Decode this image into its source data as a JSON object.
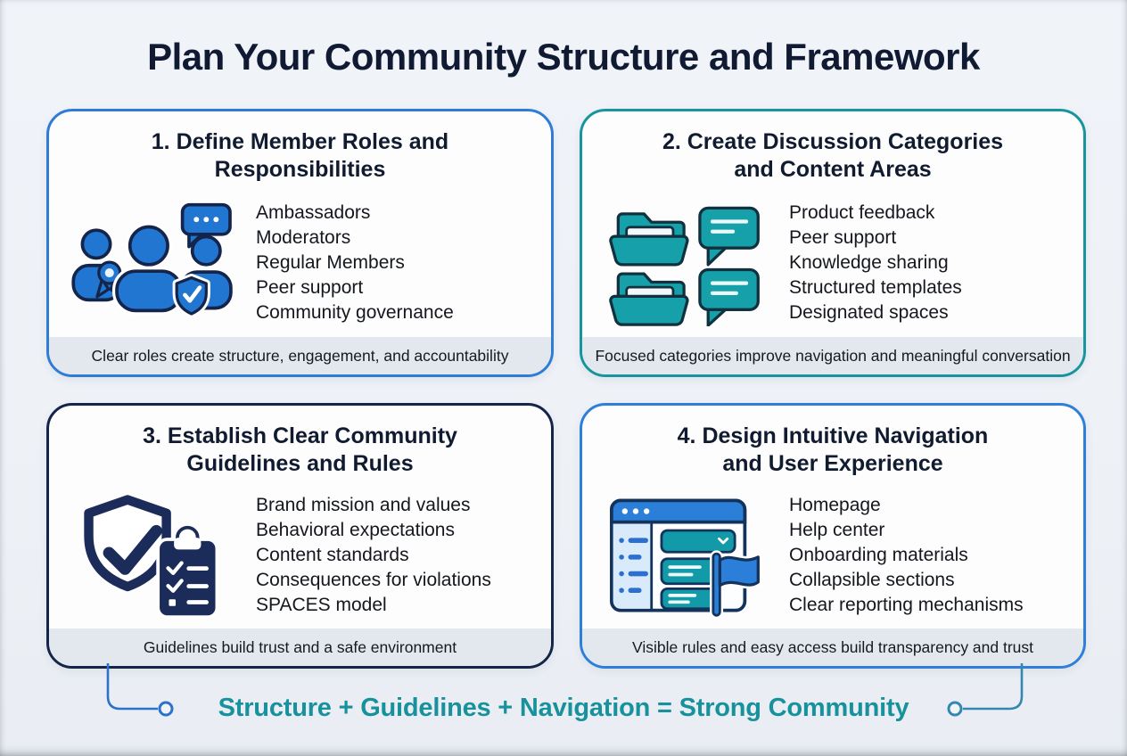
{
  "title": "Plan Your Community Structure and Framework",
  "cards": [
    {
      "number": "1",
      "heading": "1. Define Member Roles and\nResponsibilities",
      "icon": "community-members-icon",
      "items": [
        "Ambassadors",
        "Moderators",
        "Regular Members",
        "Peer support",
        "Community governance"
      ],
      "caption": "Clear roles create structure, engagement, and accountability",
      "border_color": "#2e7cd6"
    },
    {
      "number": "2",
      "heading": "2. Create Discussion Categories\nand Content Areas",
      "icon": "folders-discussions-icon",
      "items": [
        "Product feedback",
        "Peer support",
        "Knowledge sharing",
        "Structured templates",
        "Designated spaces"
      ],
      "caption": "Focused categories improve navigation and meaningful conversation",
      "border_color": "#17949c"
    },
    {
      "number": "3",
      "heading": "3. Establish Clear Community\nGuidelines and Rules",
      "icon": "shield-checklist-icon",
      "items": [
        "Brand mission and values",
        "Behavioral expectations",
        "Content standards",
        "Consequences for violations",
        "SPACES model"
      ],
      "caption": "Guidelines build trust and a safe environment",
      "border_color": "#152449"
    },
    {
      "number": "4",
      "heading": "4. Design Intuitive Navigation\nand User Experience",
      "icon": "browser-navigation-icon",
      "items": [
        "Homepage",
        "Help center",
        "Onboarding materials",
        "Collapsible sections",
        "Clear reporting mechanisms"
      ],
      "caption": "Visible rules and easy access build transparency and trust",
      "border_color": "#2e7fd9"
    }
  ],
  "footer": {
    "formula": "Structure + Guidelines + Navigation = Strong Community"
  },
  "colors": {
    "page_background": "#edf1f6",
    "title_text": "#101b33",
    "card_background": "#fdfdfe",
    "caption_bar_background": "#e3e7ee",
    "footer_text": "#17929c",
    "icon_blue": "#2176d2",
    "icon_teal": "#16a0aa",
    "icon_navy": "#1b2b5a",
    "connector_left": "#2b72c8",
    "connector_right": "#3387b0"
  }
}
